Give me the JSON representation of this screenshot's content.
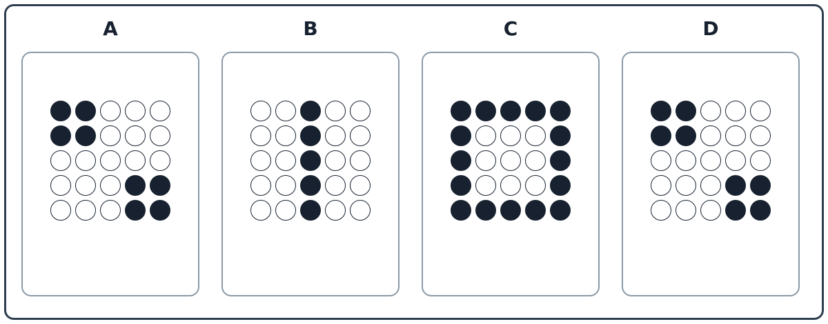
{
  "colors": {
    "frame_border": "#2e3e4e",
    "card_border": "#8a9aa7",
    "dot_fill": "#17212f",
    "dot_empty": "#ffffff"
  },
  "options": [
    {
      "label": "A",
      "pattern": [
        [
          1,
          1,
          0,
          0,
          0
        ],
        [
          1,
          1,
          0,
          0,
          0
        ],
        [
          0,
          0,
          0,
          0,
          0
        ],
        [
          0,
          0,
          0,
          1,
          1
        ],
        [
          0,
          0,
          0,
          1,
          1
        ]
      ]
    },
    {
      "label": "B",
      "pattern": [
        [
          0,
          0,
          1,
          0,
          0
        ],
        [
          0,
          0,
          1,
          0,
          0
        ],
        [
          0,
          0,
          1,
          0,
          0
        ],
        [
          0,
          0,
          1,
          0,
          0
        ],
        [
          0,
          0,
          1,
          0,
          0
        ]
      ]
    },
    {
      "label": "C",
      "pattern": [
        [
          1,
          1,
          1,
          1,
          1
        ],
        [
          1,
          0,
          0,
          0,
          1
        ],
        [
          1,
          0,
          0,
          0,
          1
        ],
        [
          1,
          0,
          0,
          0,
          1
        ],
        [
          1,
          1,
          1,
          1,
          1
        ]
      ]
    },
    {
      "label": "D",
      "pattern": [
        [
          1,
          1,
          0,
          0,
          0
        ],
        [
          1,
          1,
          0,
          0,
          0
        ],
        [
          0,
          0,
          0,
          0,
          0
        ],
        [
          0,
          0,
          0,
          1,
          1
        ],
        [
          0,
          0,
          0,
          1,
          1
        ]
      ]
    }
  ]
}
